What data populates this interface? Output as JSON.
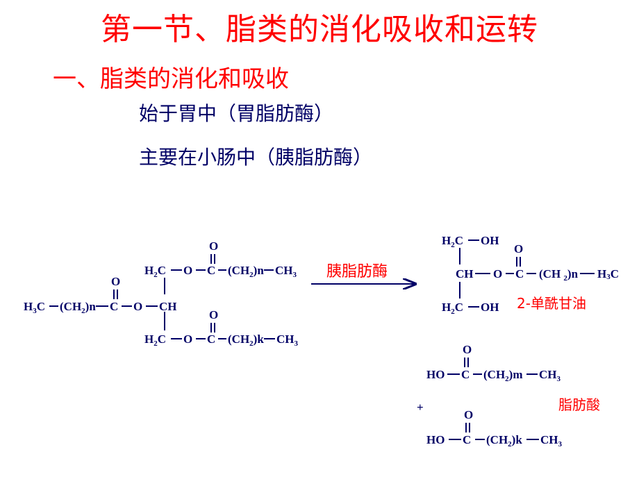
{
  "title": "第一节、脂类的消化吸收和运转",
  "subtitle": "一、脂类的消化和吸收",
  "text_lines": [
    "始于胃中（胃脂肪酶）",
    "主要在小肠中（胰脂肪酶）"
  ],
  "enzyme_label": "胰脂肪酶",
  "product_label_monoglyceride": "2-单酰甘油",
  "product_label_fatty_acid": "脂肪酸",
  "plus_sign": "+",
  "colors": {
    "title": "#ff0000",
    "body_text": "#000066",
    "formula": "#000066",
    "label": "#ff0000"
  }
}
